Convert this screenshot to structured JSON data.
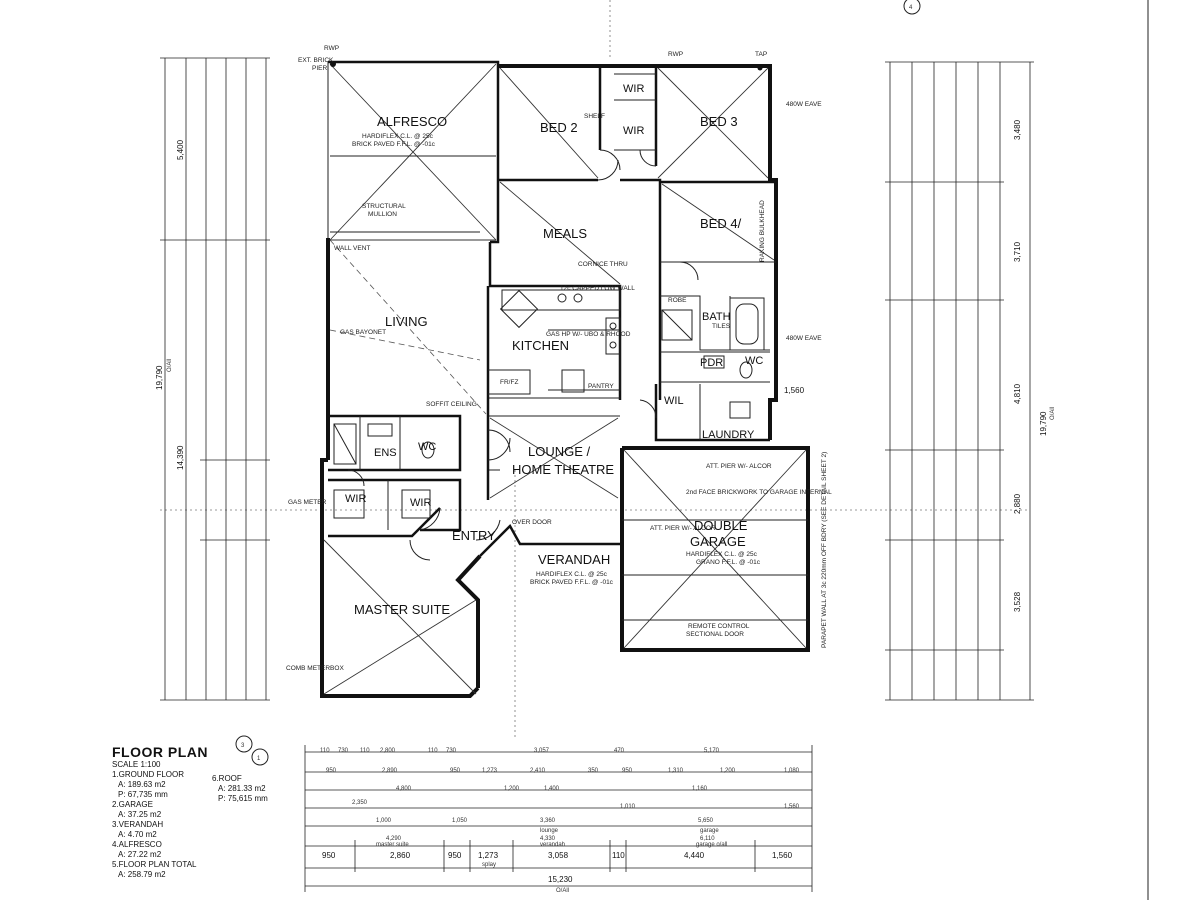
{
  "rooms": {
    "alfresco": "ALFRESCO",
    "bed2": "BED 2",
    "bed3": "BED 3",
    "wir_a": "WIR",
    "wir_b": "WIR",
    "meals": "MEALS",
    "bed4": "BED 4/",
    "living": "LIVING",
    "kitchen": "KITCHEN",
    "bath": "BATH",
    "pdr": "PDR",
    "wc_bath": "WC",
    "wil": "WIL",
    "laundry": "LAUNDRY",
    "lounge": "LOUNGE /",
    "home_theatre": "HOME THEATRE",
    "ens": "ENS",
    "wc_ens": "WC",
    "wir_master1": "WIR",
    "wir_master2": "WIR",
    "entry": "ENTRY",
    "verandah": "VERANDAH",
    "double": "DOUBLE",
    "garage": "GARAGE",
    "master_suite": "MASTER SUITE"
  },
  "notes": {
    "ext_brick_pier": "EXT. BRICK",
    "pier": "PIER",
    "rwp": "RWP",
    "tap": "TAP",
    "alfresco_ceiling": "HARDIFLEX C.L. @ 25c",
    "alfresco_floor": "BRICK PAVED F.F.L. @ -01c",
    "structural": "STRUCTURAL",
    "mullion": "MULLION",
    "shelf": "SHELF",
    "eave": "480W EAVE",
    "wall_vent": "WALL VENT",
    "capped_low_wall": "12c CAPPED LOW WALL",
    "cornice_thru": "CORNICE THRU",
    "gas_bayonet": "GAS BAYONET",
    "robe": "ROBE",
    "tiles": "TILES",
    "gas_hp": "GAS HP W/- UBO & RHOOD",
    "pantry": "PANTRY",
    "fr_fz": "FR/FZ",
    "soffit_ceiling": "SOFFIT CEILING",
    "gas_meter": "GAS METER",
    "att_pier": "ATT. PIER W/- ALCOR",
    "brickwork": "2nd FACE BRICKWORK TO GARAGE INTERNAL",
    "over_door": "OVER DOOR",
    "garage_ceiling": "HARDIFLEX C.L. @ 25c",
    "garage_floor": "GRANO F.F.L. @ -01c",
    "verandah_ceiling": "HARDIFLEX C.L. @ 25c",
    "verandah_floor": "BRICK PAVED F.F.L. @ -01c",
    "remote": "REMOTE CONTROL",
    "sectional": "SECTIONAL DOOR",
    "parapet": "PARAPET WALL AT 3c 220mm OFF BDRY (SEE DETAIL SHEET 2)",
    "comb_meterbox": "COMB METERBOX",
    "raking_bulkhead": "RAKING BULKHEAD"
  },
  "dimensions": {
    "overall_width": "15,230",
    "overall_width_label": "O/All",
    "overall_depth": "19,790",
    "overall_depth_label": "O/All",
    "left_total_a": "14,390",
    "left_total_b": "5,400",
    "right_a": "3,480",
    "right_b": "3,710",
    "right_c": "4,810",
    "right_d": "2,880",
    "right_e": "3,528",
    "right_f": "1,560",
    "bottom_row": [
      "950",
      "2,860",
      "950",
      "1,273",
      "3,058",
      "110",
      "4,440",
      "1,560"
    ],
    "bottom_labels": [
      "master suite",
      "splay",
      "verandah",
      "garage o/all"
    ],
    "top_row": [
      "110",
      "730",
      "110",
      "2,800",
      "110",
      "730",
      "3,057",
      "470",
      "5,170"
    ],
    "row2": [
      "950",
      "2,890",
      "950",
      "1,273",
      "2,410",
      "350",
      "950",
      "1,310",
      "1,200",
      "1,080"
    ],
    "row3": [
      "4,800",
      "1,200",
      "1,400",
      "1,010",
      "1,160",
      "1,560"
    ],
    "row4": [
      "2,350",
      "1,000",
      "1,050",
      "3,360",
      "5,650"
    ],
    "row5": [
      "4,290",
      "4,330",
      "6,110"
    ],
    "row5_labels": [
      "lounge",
      "garage"
    ],
    "side_1560": "1,560"
  },
  "legend": {
    "title": "FLOOR PLAN",
    "scale": "SCALE 1:100",
    "ground_floor": "1.GROUND FLOOR",
    "ground_area": "A: 189.63 m2",
    "ground_perim": "P: 67,735 mm",
    "garage": "2.GARAGE",
    "garage_area": "A: 37.25 m2",
    "verandah": "3.VERANDAH",
    "verandah_area": "A: 4.70 m2",
    "alfresco": "4.ALFRESCO",
    "alfresco_area": "A: 27.22 m2",
    "total": "5.FLOOR PLAN TOTAL",
    "total_area": "A: 258.79 m2",
    "roof": "6.ROOF",
    "roof_area": "A: 281.33 m2",
    "roof_perim": "P: 75,615 mm",
    "ref_a": "3",
    "ref_b": "1",
    "ref_c": "4"
  }
}
